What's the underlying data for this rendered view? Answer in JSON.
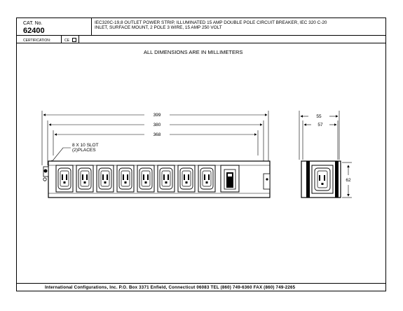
{
  "title_block": {
    "cat_label": "CAT. No.",
    "cat_number": "62400",
    "description_line1": "IEC320C-19,8 OUTLET POWER STRIP, ILLUMINATED 15 AMP DOUBLE POLE CIRCUIT BREAKER, IEC 320 C-20",
    "description_line2": "INLET, SURFACE MOUNT, 2 POLE 3 WIRE, 15 AMP 250 VOLT",
    "certification_label": "CERTIFICATION:",
    "ce_label": "CE"
  },
  "drawing": {
    "units_note": "ALL DIMENSIONS ARE IN MILLIMETERS",
    "front_view": {
      "outlet_count": 8,
      "dimensions": {
        "overall": "399",
        "middle": "380",
        "inner": "368"
      },
      "slot_callout_line1": "8 X 10 SLOT",
      "slot_callout_line2": "(2)PLACES"
    },
    "side_view": {
      "dimensions": {
        "width_outer": "55",
        "width_inner": "57",
        "height": "62"
      }
    }
  },
  "footer": {
    "text": "International Configurations, Inc. P.O. Box 3371 Enfield, Connecticut 06083 TEL (860) 749-6360 FAX (860) 749-2265"
  }
}
